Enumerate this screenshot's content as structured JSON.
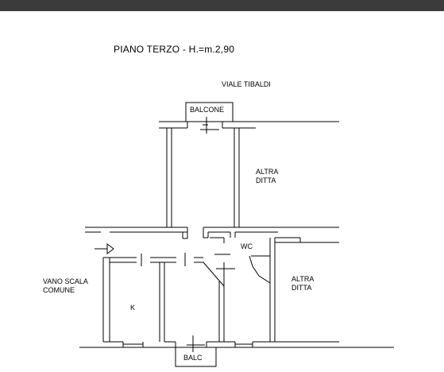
{
  "header": {
    "bar_color": "#3b3b3b"
  },
  "plan": {
    "title": "PIANO TERZO - H.=m.2,90",
    "labels": {
      "street": "VIALE TIBALDI",
      "balcony_top": "BALCONE",
      "neighbor_top": [
        "ALTRA",
        "DITTA"
      ],
      "neighbor_right": [
        "ALTRA",
        "DITTA"
      ],
      "stairwell": [
        "VANO SCALA",
        "COMUNE"
      ],
      "wc": "WC",
      "kitchen": "K",
      "balcony_bottom": "BALC"
    },
    "colors": {
      "line": "#000000",
      "background": "#ffffff"
    }
  }
}
